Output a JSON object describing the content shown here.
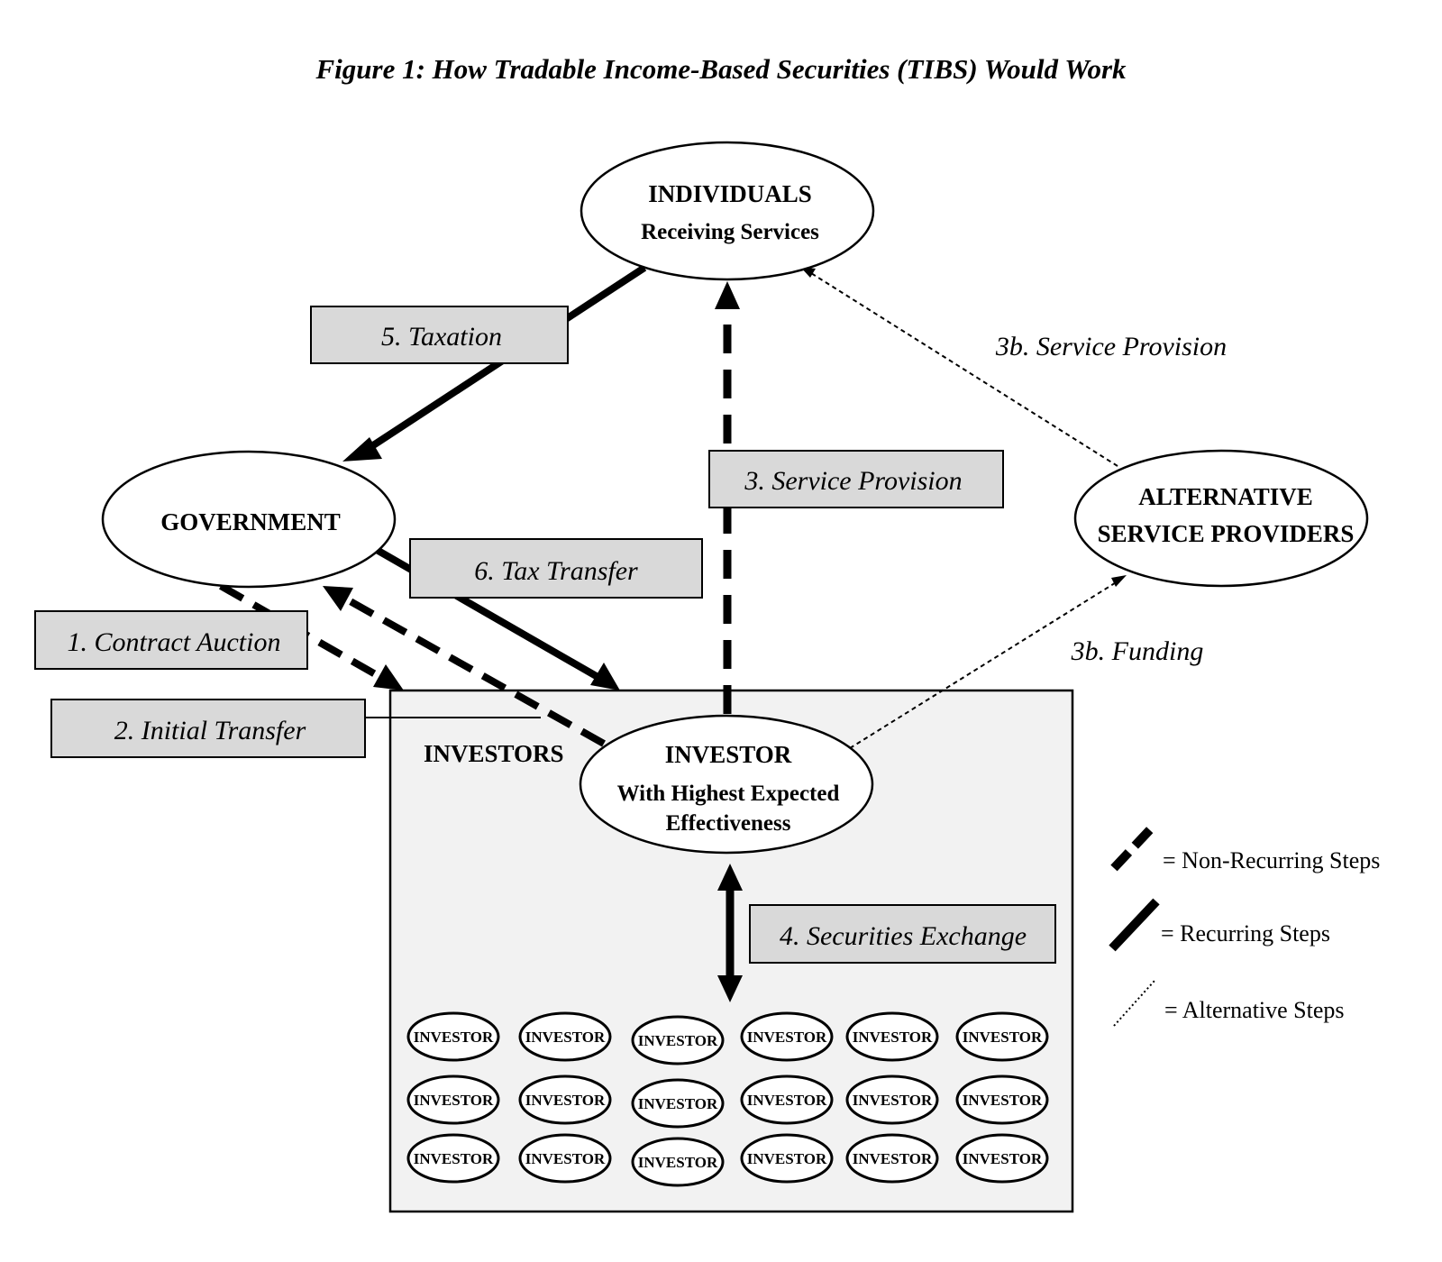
{
  "title": "Figure 1: How Tradable Income-Based Securities (TIBS) Would Work",
  "nodes": {
    "individuals": {
      "title": "INDIVIDUALS",
      "subtitle": "Receiving Services"
    },
    "government": {
      "title": "GOVERNMENT"
    },
    "alternative": {
      "line1": "ALTERNATIVE",
      "line2": "SERVICE PROVIDERS"
    },
    "investors_group": {
      "title": "INVESTORS"
    },
    "top_investor": {
      "title": "INVESTOR",
      "line2": "With Highest Expected",
      "line3": "Effectiveness"
    },
    "small_investor_label": "INVESTOR"
  },
  "steps": {
    "s1": "1. Contract Auction",
    "s2": "2. Initial Transfer",
    "s3": "3. Service Provision",
    "s3b_service": "3b. Service Provision",
    "s3b_funding": "3b. Funding",
    "s4": "4. Securities Exchange",
    "s5": "5. Taxation",
    "s6": "6. Tax Transfer"
  },
  "legend": {
    "non_recurring": "= Non-Recurring Steps",
    "recurring": "= Recurring Steps",
    "alternative": "= Alternative Steps"
  },
  "colors": {
    "label_box": "#d9d9d9",
    "group_box": "#f2f2f2",
    "stroke": "#000000"
  }
}
